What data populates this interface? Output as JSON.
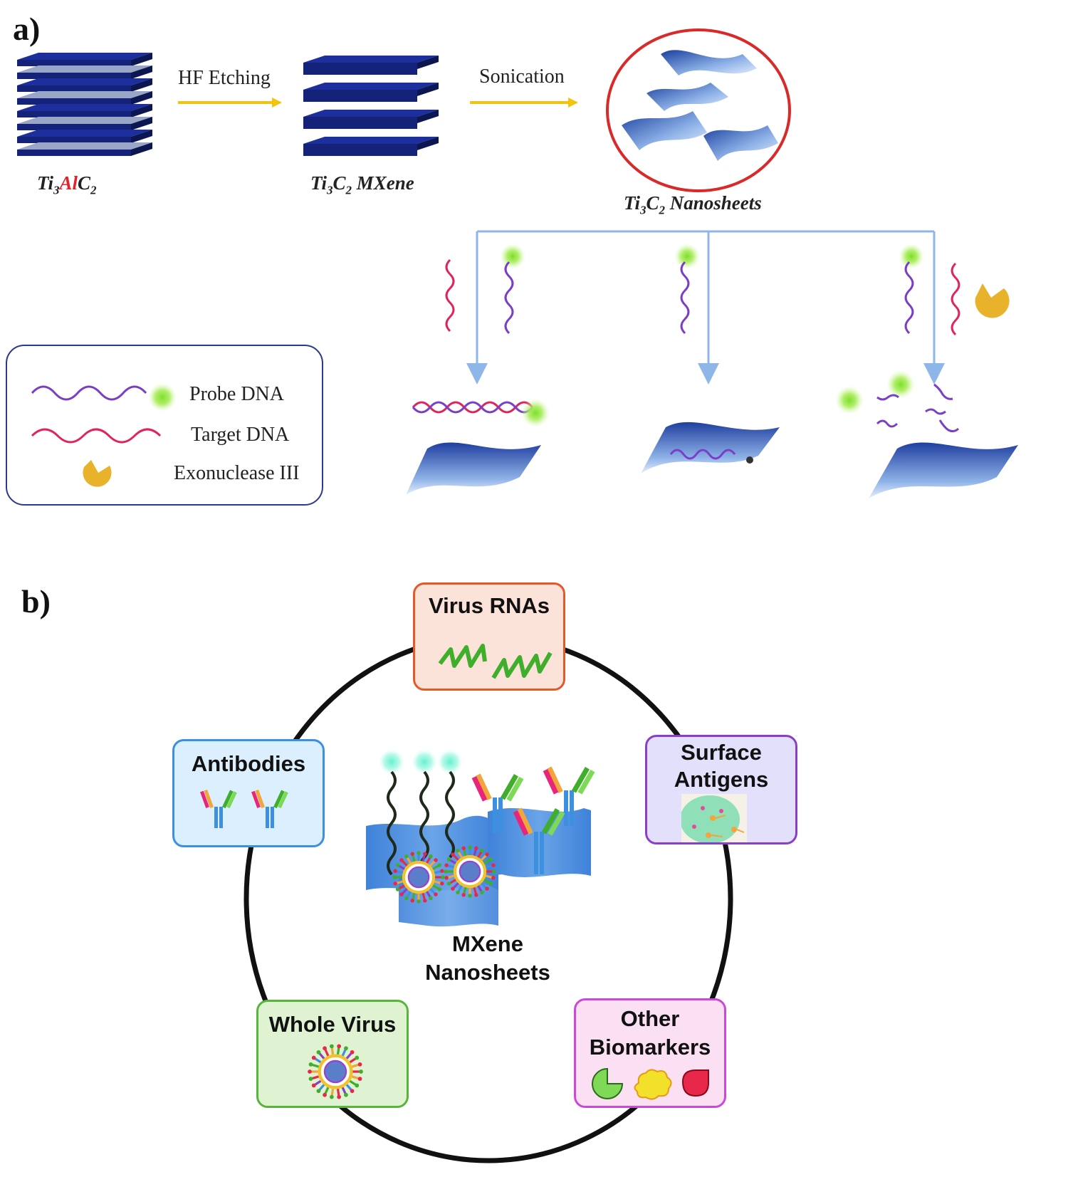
{
  "panel_a": {
    "label": "a)",
    "step1_label": "HF Etching",
    "step2_label": "Sonication",
    "material1": {
      "prefix": "Ti",
      "sub1": "3",
      "red": "Al",
      "mid": "C",
      "sub2": "2",
      "suffix": ""
    },
    "material2": {
      "prefix": "Ti",
      "sub1": "3",
      "mid": "C",
      "sub2": "2",
      "suffix": " MXene"
    },
    "material3": {
      "prefix": "Ti",
      "sub1": "3",
      "mid": "C",
      "sub2": "2",
      "suffix": " Nanosheets"
    },
    "legend": {
      "probe": "Probe DNA",
      "target": "Target DNA",
      "enzyme": "Exonuclease III"
    },
    "colors": {
      "probe": "#7a3fc4",
      "target": "#e0245e",
      "enzyme": "#e8b22a",
      "glow": "#7de02a",
      "arrow": "#8fb6e8",
      "yellow_arrow": "#f1c40f",
      "layer": "#1b2a8c"
    }
  },
  "panel_b": {
    "label": "b)",
    "center": {
      "line1": "MXene",
      "line2": "Nanosheets"
    },
    "boxes": {
      "virus_rnas": "Virus RNAs",
      "antibodies": "Antibodies",
      "surface_line1": "Surface",
      "surface_line2": "Antigens",
      "whole_virus": "Whole Virus",
      "other_line1": "Other",
      "other_line2": "Biomarkers"
    },
    "colors": {
      "rna": "#3fae2a",
      "ring": "#111111"
    }
  }
}
